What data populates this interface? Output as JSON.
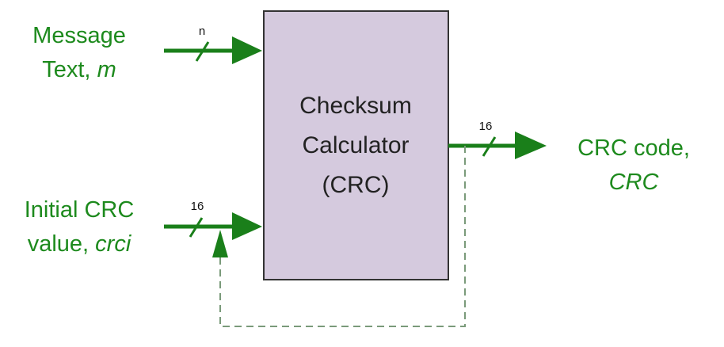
{
  "inputs": {
    "message": {
      "line1": "Message",
      "line2_prefix": "Text, ",
      "line2_var": "m",
      "width": "n"
    },
    "initial": {
      "line1": "Initial CRC",
      "line2_prefix": "value, ",
      "line2_var": "crci",
      "width": "16"
    }
  },
  "block": {
    "line1": "Checksum",
    "line2": "Calculator",
    "line3": "(CRC)"
  },
  "output": {
    "line1": "CRC code,",
    "line2": "CRC",
    "width": "16"
  },
  "colors": {
    "wire": "#1a7f1a",
    "label": "#1d8a1d",
    "box_fill": "#d5cade",
    "feedback": "#6a9a6a"
  }
}
